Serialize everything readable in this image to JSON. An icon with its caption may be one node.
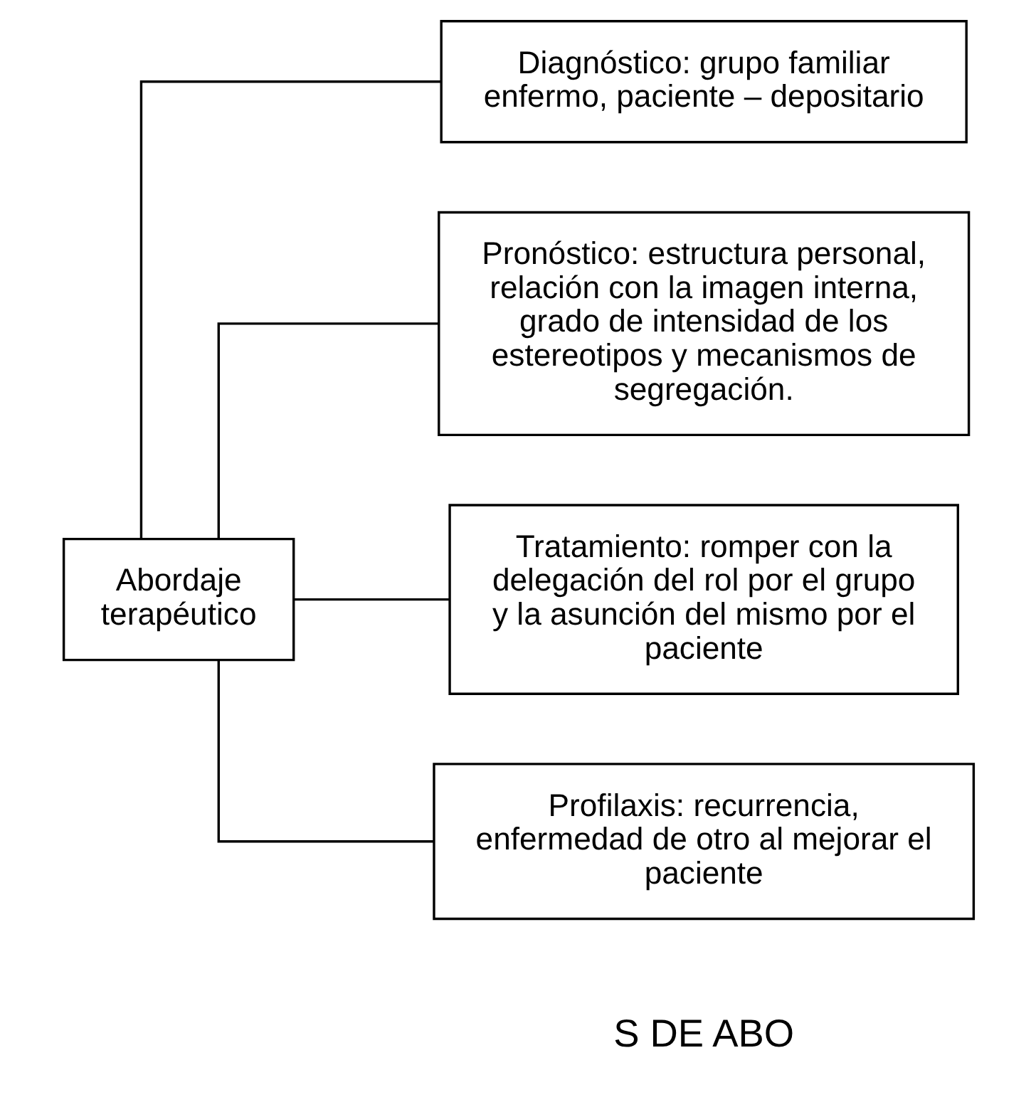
{
  "diagram": {
    "nodes": [
      {
        "text": [
          "Abordaje terapéutico"
        ]
      },
      {
        "text": [
          "Diagnóstico: grupo familiar enfermo, paciente – depositario"
        ]
      },
      {
        "text": [
          "Pronóstico: estructura personal, relación con la imagen interna, grado de intensidad de los estereotipos y mecanismos de segregación."
        ]
      },
      {
        "text": [
          "Tratamiento: romper con la delegación del rol por el grupo y la asunción del mismo por el paciente"
        ]
      },
      {
        "text": [
          "Profilaxis: recurrencia, enfermedad de otro al mejorar el paciente"
        ]
      }
    ],
    "edges": [
      {
        "from": 0,
        "to": 1,
        "arrow": "none"
      },
      {
        "from": 0,
        "to": 2,
        "arrow": "none"
      },
      {
        "from": 0,
        "to": 3,
        "arrow": "none"
      },
      {
        "from": 0,
        "to": 4,
        "arrow": "none"
      }
    ],
    "labels": [
      "S DE ABO"
    ]
  }
}
